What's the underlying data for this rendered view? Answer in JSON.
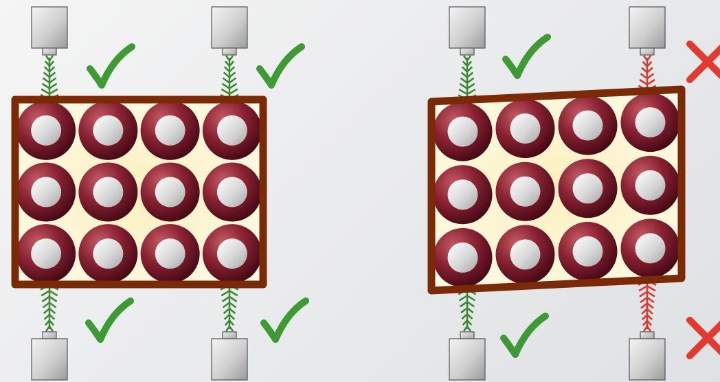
{
  "colors": {
    "frame": "#7a2a06",
    "tray_fill": "#fdf6d6",
    "ring_outer": "#8a2030",
    "ring_inner": "#3a0410",
    "disc_light": "#ffffff",
    "disc_dark": "#a9a9a9",
    "check": "#3d9a35",
    "cross": "#e23a2f",
    "beam_ok": "#3d8a34",
    "beam_bad": "#d9392f",
    "sensor_light": "#f2f2f2",
    "sensor_dark": "#9d9d9d"
  },
  "panels": [
    {
      "id": "left",
      "state": "aligned",
      "rows": 3,
      "cols": 4,
      "sensors": [
        {
          "position": "top-left",
          "status": "ok",
          "icon": "check-icon"
        },
        {
          "position": "top-right",
          "status": "ok",
          "icon": "check-icon"
        },
        {
          "position": "bottom-left",
          "status": "ok",
          "icon": "check-icon"
        },
        {
          "position": "bottom-right",
          "status": "ok",
          "icon": "check-icon"
        }
      ]
    },
    {
      "id": "right",
      "state": "skewed",
      "rows": 3,
      "cols": 4,
      "sensors": [
        {
          "position": "top-left",
          "status": "ok",
          "icon": "check-icon"
        },
        {
          "position": "top-right",
          "status": "blocked",
          "icon": "cross-icon"
        },
        {
          "position": "bottom-left",
          "status": "ok",
          "icon": "check-icon"
        },
        {
          "position": "bottom-right",
          "status": "blocked",
          "icon": "cross-icon"
        }
      ]
    }
  ]
}
